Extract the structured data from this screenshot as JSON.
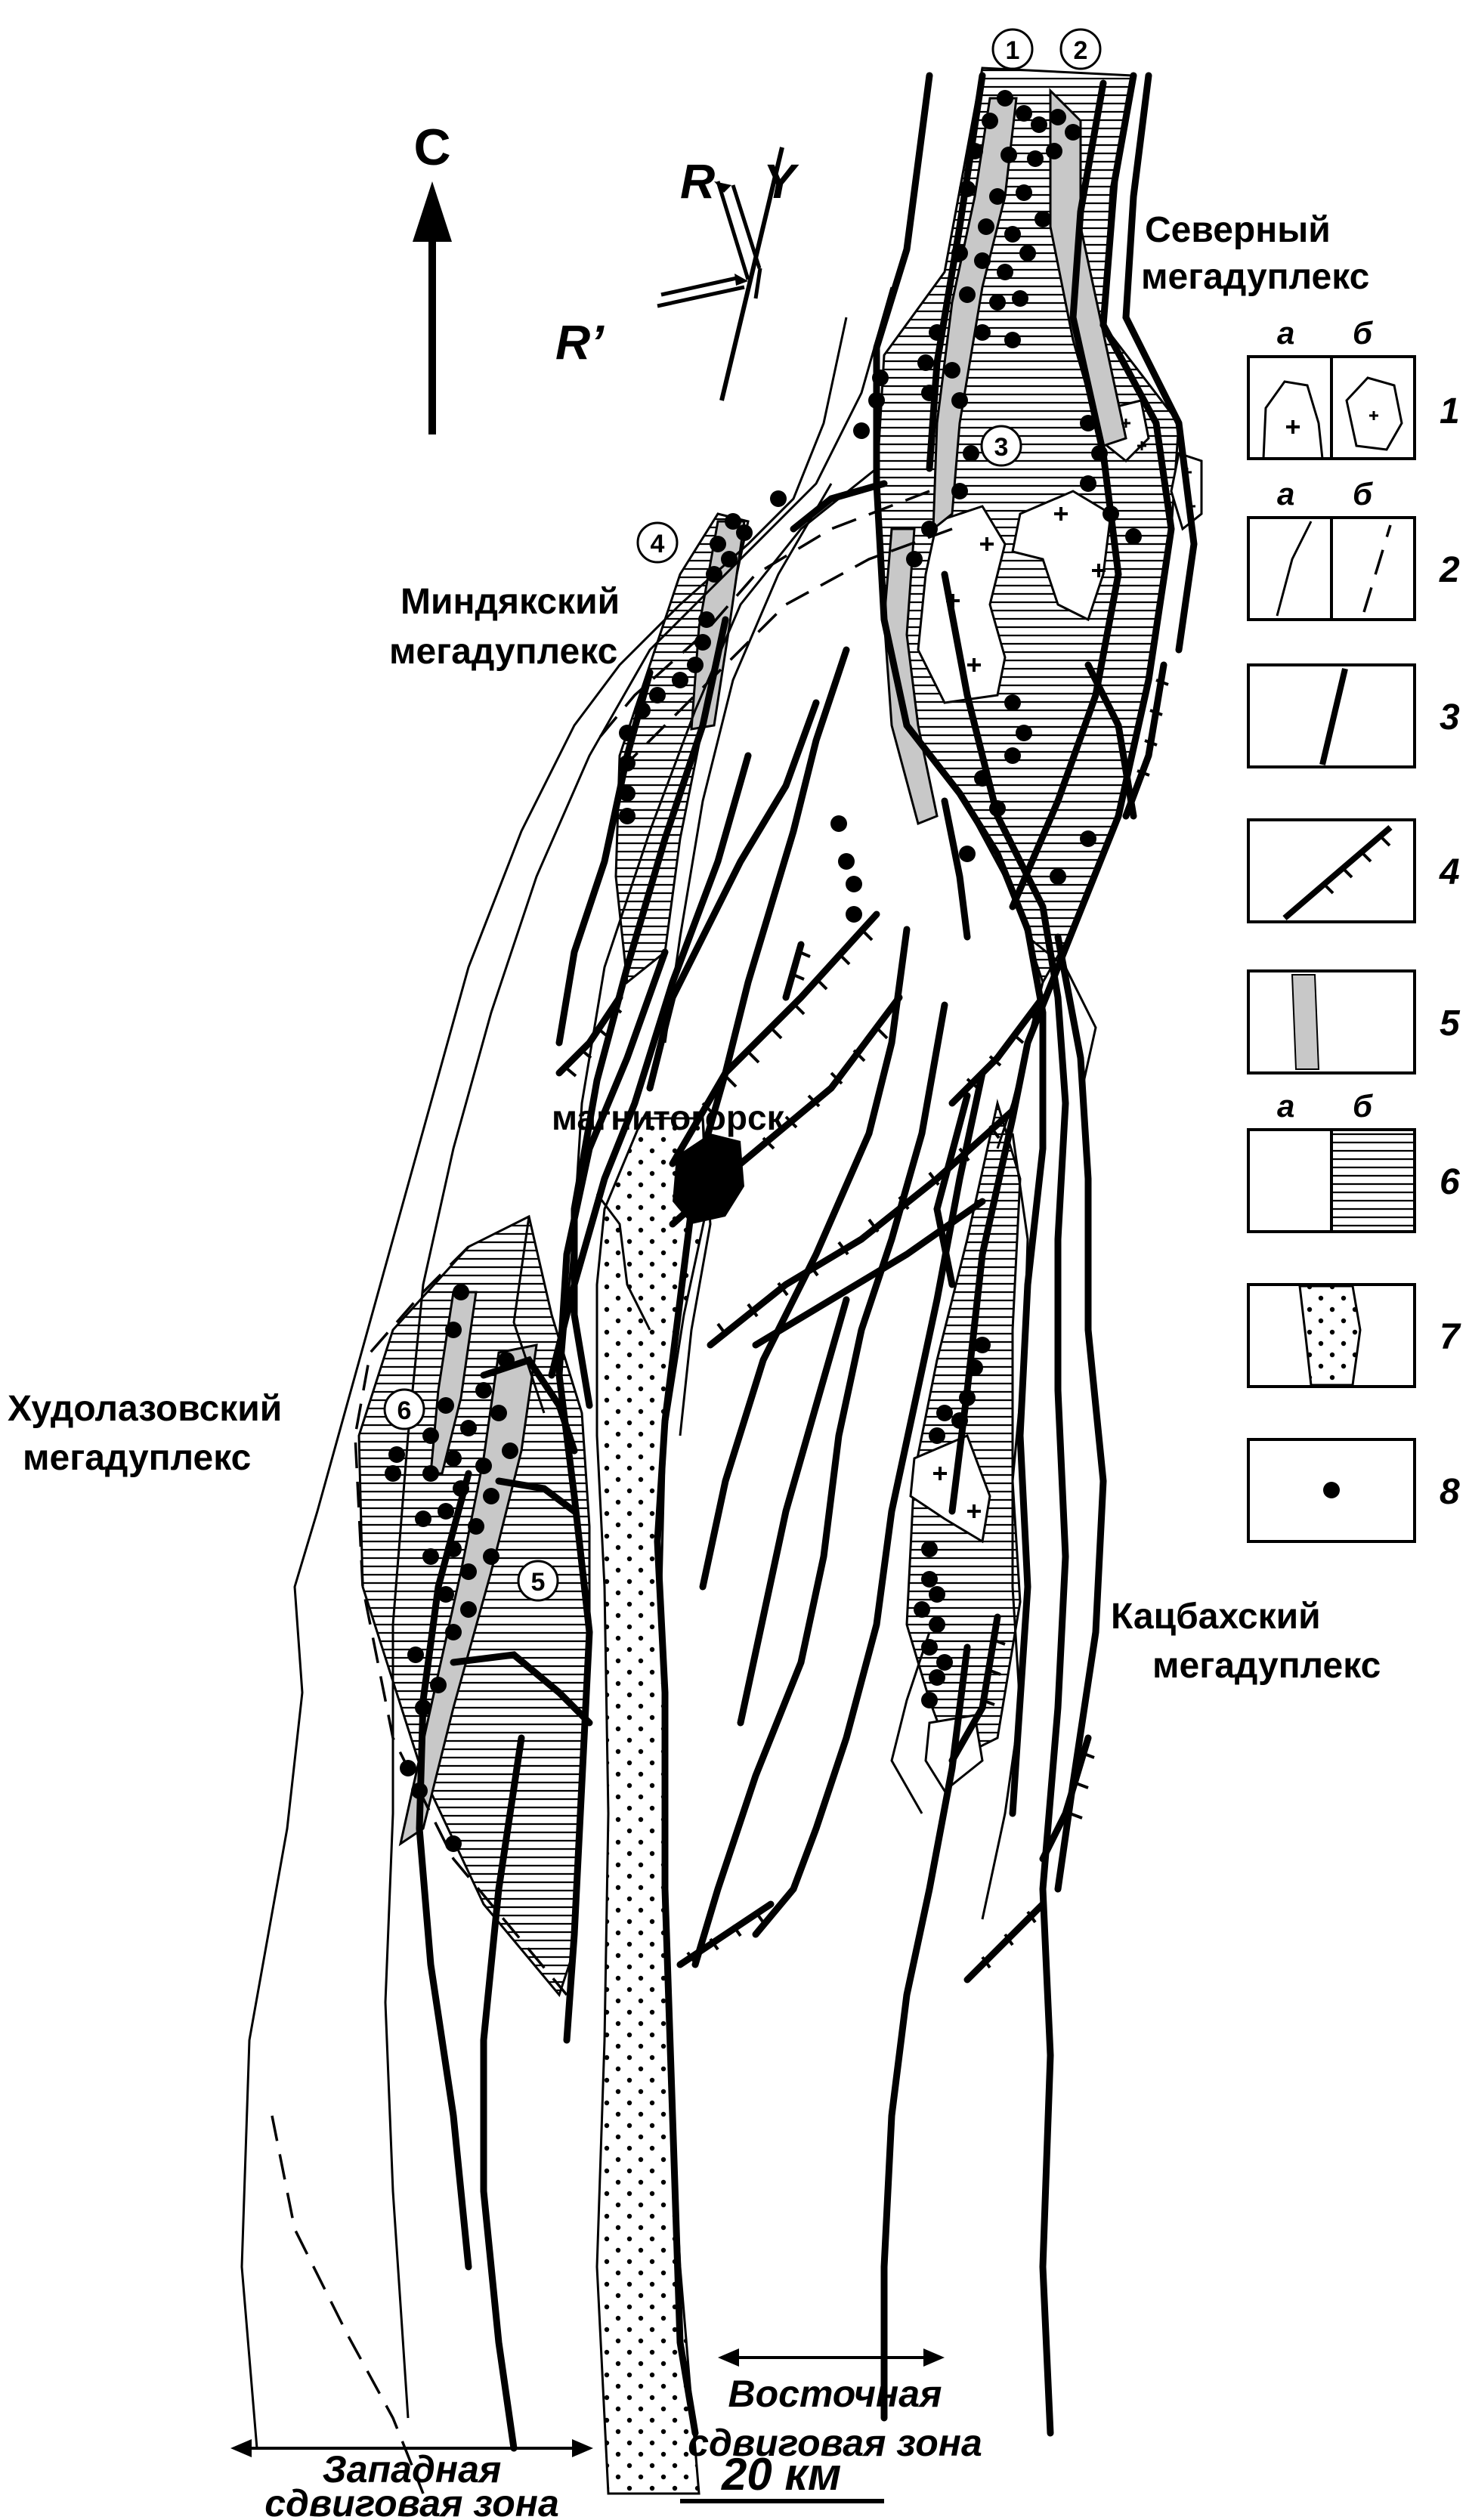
{
  "north": {
    "label": "С"
  },
  "stress": {
    "r": "R",
    "y": "Y",
    "rprime": "R’"
  },
  "megaduplexes": {
    "north": [
      "Северный",
      "мегадуплекс"
    ],
    "mindyak": [
      "Миндякский",
      "мегадуплекс"
    ],
    "khudolaz": [
      "Худолазовский",
      "мегадуплекс"
    ],
    "katsbakh": [
      "Кацбахский",
      "мегадуплекс"
    ]
  },
  "city": {
    "label": "магнитогорск"
  },
  "zones": {
    "east": [
      "Восточная",
      "сдвиговая зона"
    ],
    "west": [
      "Западная",
      "сдвиговая зона"
    ]
  },
  "scale": {
    "label": "20 км"
  },
  "numbered_sites": [
    "1",
    "2",
    "3",
    "4",
    "5",
    "6"
  ],
  "legend": {
    "sub_a": "а",
    "sub_b": "б",
    "items": [
      "1",
      "2",
      "3",
      "4",
      "5",
      "6",
      "7",
      "8"
    ]
  }
}
